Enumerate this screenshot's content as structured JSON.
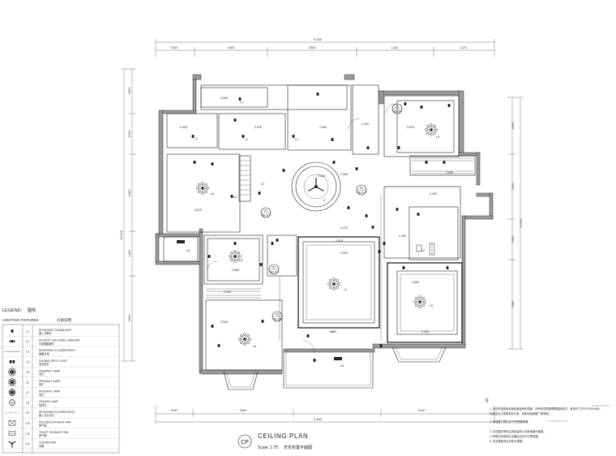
{
  "title": {
    "main": "CEILING PLAN",
    "scale": "Scale: 1:75",
    "subtitle": "天花布置平面图",
    "symbol": "CP"
  },
  "dimensions": {
    "top_total": "9,450",
    "top_segments": [
      "1920",
      "2900",
      "3000",
      "1420",
      "1470"
    ],
    "bottom_total": "9,450",
    "bottom_segments": [
      "3150",
      "4060",
      "1420"
    ],
    "left_segments": [
      "1650",
      "1520",
      "2450",
      "1420",
      "1520"
    ],
    "left_total": "11,520",
    "right_segments": [
      "2030",
      "2200",
      "1000",
      "1380"
    ],
    "right_total": "9,650"
  },
  "ceiling_heights": [
    "2.600",
    "2.400",
    "2.470",
    "2.400",
    "2.400",
    "2.670",
    "2.400",
    "2.400",
    "2.400",
    "2.670",
    "2.470",
    "2.670",
    "2.530",
    "2.400",
    "2.600",
    "2.600",
    "2.530",
    "2.470",
    "2.400",
    "2.300",
    "2.600"
  ],
  "light_tags": [
    "L1",
    "L2",
    "L3",
    "L4",
    "L5",
    "L6",
    "L7",
    "L8",
    "L9",
    "L10",
    "L11"
  ],
  "legend": {
    "heading": "LEGEND:",
    "heading_cn": "图例",
    "subheading": "LIGHTING FIXTURES",
    "subheading_cn": "灯具说明",
    "items": [
      {
        "code": "L1",
        "name": "RECESSED DOWNLIGHT",
        "cn": "嵌入式筒灯",
        "icon": "downlight-icon"
      },
      {
        "code": "L2",
        "name": "ACCENT LIGHT/WALL WASHER",
        "cn": "可调角度筒灯",
        "icon": "accent-light-icon"
      },
      {
        "code": "L3",
        "name": "RECESSED FLUORESCENT",
        "cn": "暗藏灯带",
        "icon": "fluorescent-icon"
      },
      {
        "code": "L4",
        "name": "DOUBLE SPOT LIGHT",
        "cn": "双头射灯",
        "icon": "double-spot-icon"
      },
      {
        "code": "L5",
        "name": "PENDANT LAMP",
        "cn": "吊灯",
        "icon": "pendant-icon"
      },
      {
        "code": "L6",
        "name": "PENDANT LAMP",
        "cn": "吊灯",
        "icon": "pendant-icon"
      },
      {
        "code": "L7",
        "name": "PENDANT LAMP",
        "cn": "吊灯",
        "icon": "pendant-ring-icon"
      },
      {
        "code": "L8",
        "name": "CEILING LAMP",
        "cn": "吸顶灯",
        "icon": "ceiling-lamp-icon"
      },
      {
        "code": "L9",
        "name": "RECESSED FLUORESCENT",
        "cn": "嵌入式日光灯",
        "icon": "recessed-fluorescent-icon"
      },
      {
        "code": "L10",
        "name": "KITCHEN EXHAUST FAN",
        "cn": "排气扇",
        "icon": "exhaust-fan-icon"
      },
      {
        "code": "L11",
        "name": "TOILET EXHAUST FAN",
        "cn": "排气扇",
        "icon": "toilet-fan-icon"
      },
      {
        "code": "L12",
        "name": "CEILING FAN",
        "cn": "吊扇",
        "icon": "ceiling-fan-icon"
      }
    ]
  },
  "notes": {
    "heading": "注",
    "lines": [
      "1. 天花吊顶底板采用轻钢龙骨石膏板，所有吊顶内部需预留检修口，有效尺寸不小于500×500。",
      "   灯具定位以现场实际为准，具体安装参照厂家说明。",
      "2.          为暗藏灯槽标高          为完成面标高",
      "3. 天花图中所标注的标高均以完成地面为基准。",
      "4. 所有灯具须经业主确认后方可订购安装。",
      "5. 天花造型详见天花大样图。"
    ]
  },
  "sections": {
    "a": {
      "top": "01",
      "bottom": "SE-07"
    },
    "b": {
      "top": "01",
      "bottom": "SE-07"
    },
    "c": {
      "top": "01",
      "bottom": "SE-08"
    },
    "d": {
      "top": "02",
      "bottom": "SE-07"
    },
    "e": {
      "top": "01",
      "bottom": "SE-08"
    }
  }
}
